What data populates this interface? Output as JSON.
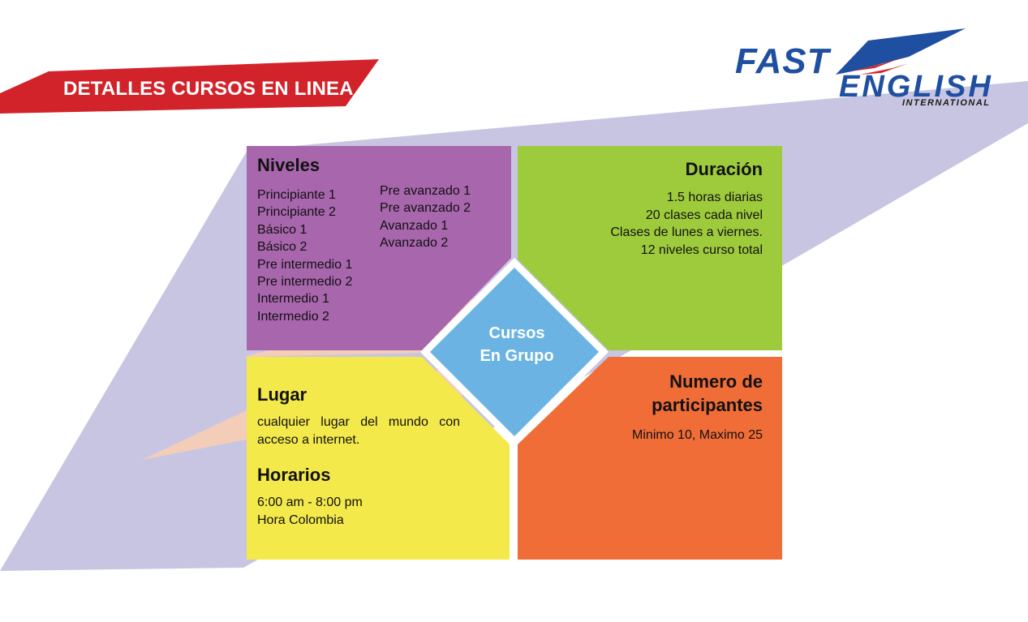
{
  "banner": {
    "title": "DETALLES CURSOS EN LINEA"
  },
  "logo": {
    "word1": "FAST",
    "word2": "ENGLISH",
    "subtitle": "INTERNATIONAL"
  },
  "center": {
    "line1": "Cursos",
    "line2": "En Grupo"
  },
  "niveles": {
    "title": "Niveles",
    "col1": [
      "Principiante 1",
      "Principiante 2",
      "Básico 1",
      "Básico 2",
      "Pre intermedio 1",
      "Pre intermedio 2",
      "Intermedio 1",
      "Intermedio 2"
    ],
    "col2": [
      "Pre avanzado 1",
      "Pre avanzado 2",
      "Avanzado 1",
      "Avanzado 2"
    ]
  },
  "duracion": {
    "title": "Duración",
    "items": [
      "1.5 horas diarias",
      "20 clases cada nivel",
      "Clases de lunes a viernes.",
      "12 niveles curso total"
    ]
  },
  "lugar": {
    "title": "Lugar",
    "text": "cualquier lugar del mundo con acceso a internet."
  },
  "horarios": {
    "title": "Horarios",
    "line1": "6:00 am - 8:00 pm",
    "line2": "Hora Colombia"
  },
  "participantes": {
    "title_line1": "Numero de",
    "title_line2": "participantes",
    "text": "Minimo 10, Maximo 25"
  },
  "colors": {
    "purple": "#a866ad",
    "green": "#9ecb3c",
    "yellow": "#f3e94b",
    "orange": "#f06d38",
    "blue": "#6bb3e3",
    "red": "#d3232a",
    "lavender": "#c8c5e3",
    "peach": "#f4cdb9",
    "brand_blue": "#1e4fa0"
  }
}
